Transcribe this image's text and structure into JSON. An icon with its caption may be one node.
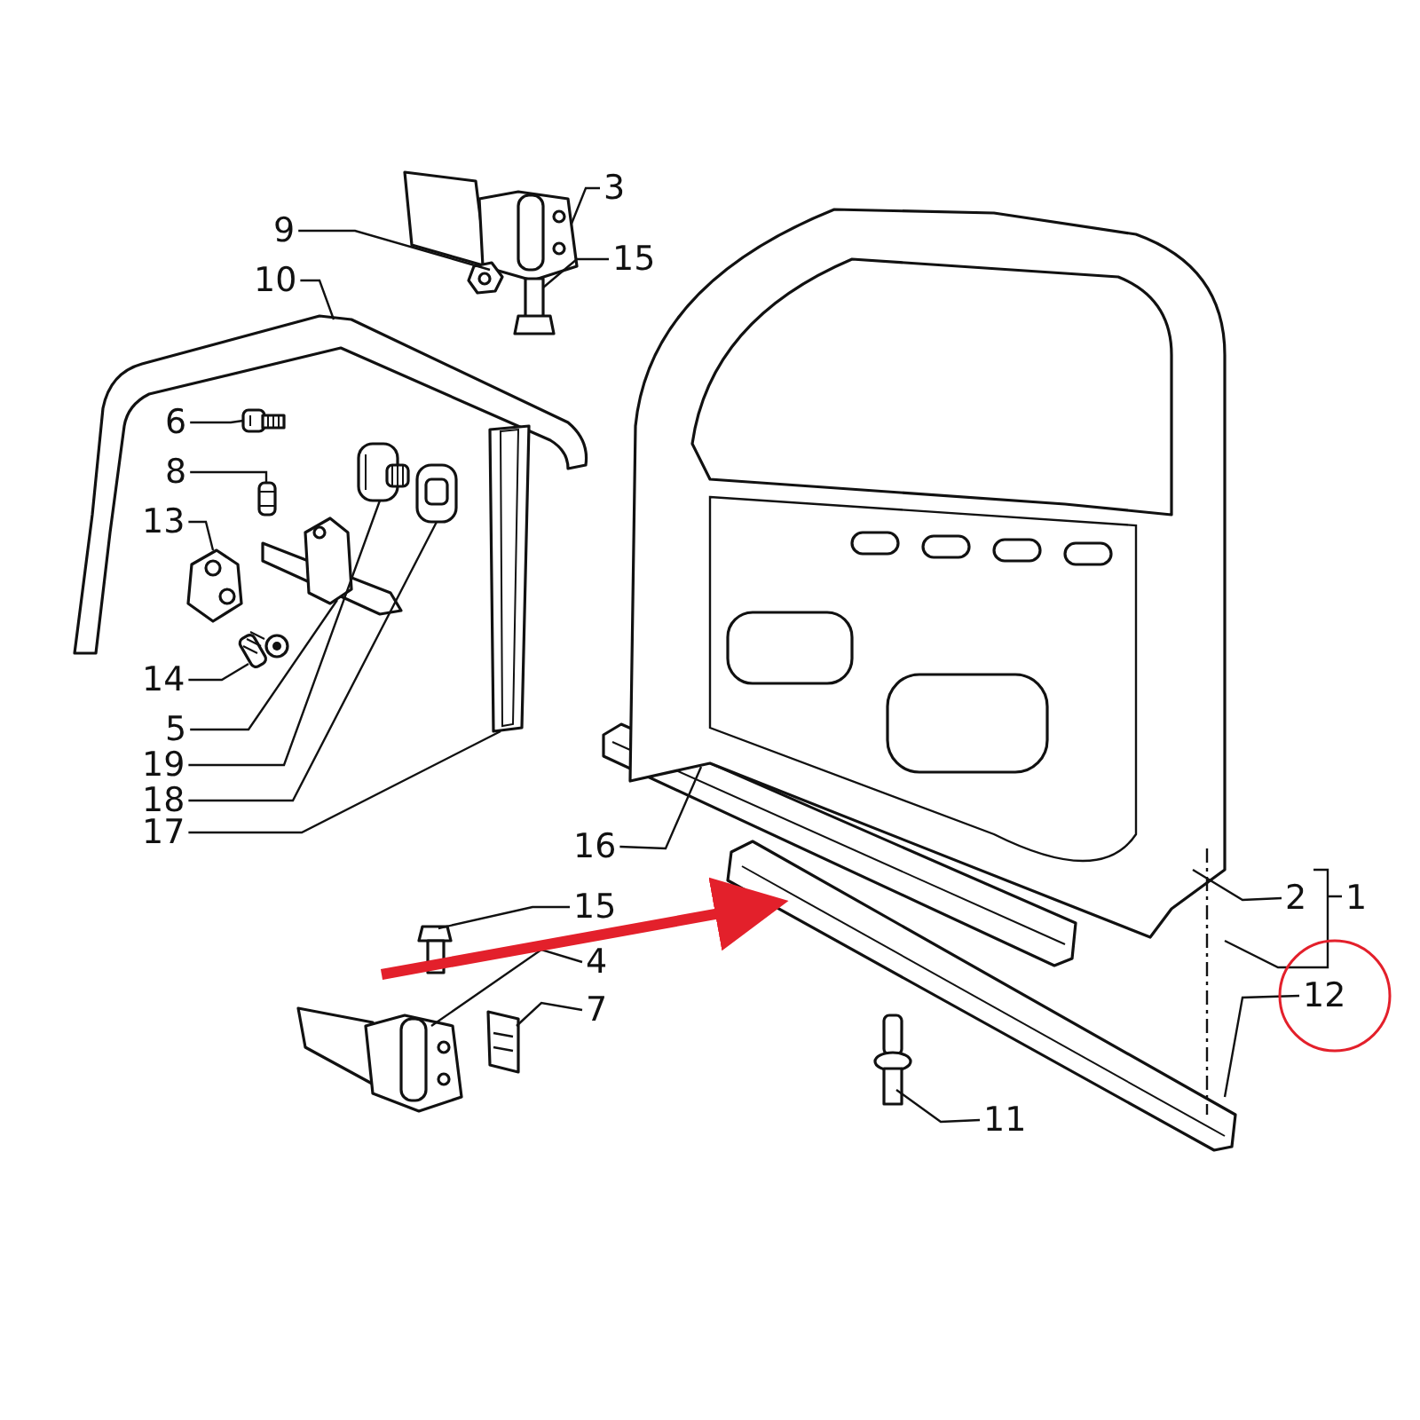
{
  "diagram": {
    "nodes": [
      {
        "text": [
          "3"
        ]
      },
      {
        "text": [],
        "shape": "picture"
      },
      {
        "text": [
          "9"
        ]
      },
      {
        "text": [],
        "shape": "picture"
      },
      {
        "text": [
          "15"
        ]
      },
      {
        "text": [],
        "shape": "picture"
      },
      {
        "text": [
          "10"
        ]
      },
      {
        "text": [],
        "shape": "picture"
      },
      {
        "text": [
          "6"
        ]
      },
      {
        "text": [],
        "shape": "picture"
      },
      {
        "text": [
          "8"
        ]
      },
      {
        "text": [],
        "shape": "picture"
      },
      {
        "text": [
          "13"
        ]
      },
      {
        "text": [],
        "shape": "picture"
      },
      {
        "text": [
          "14"
        ]
      },
      {
        "text": [],
        "shape": "picture"
      },
      {
        "text": [
          "5"
        ]
      },
      {
        "text": [],
        "shape": "picture"
      },
      {
        "text": [
          "19"
        ]
      },
      {
        "text": [],
        "shape": "picture"
      },
      {
        "text": [
          "18"
        ]
      },
      {
        "text": [],
        "shape": "picture"
      },
      {
        "text": [
          "17"
        ]
      },
      {
        "text": [],
        "shape": "picture"
      },
      {
        "text": [
          "16"
        ]
      },
      {
        "text": [],
        "shape": "picture"
      },
      {
        "text": [],
        "shape": "picture"
      },
      {
        "text": [
          "2"
        ]
      },
      {
        "text": [
          "15"
        ]
      },
      {
        "text": [],
        "shape": "picture"
      },
      {
        "text": [
          "4"
        ]
      },
      {
        "text": [],
        "shape": "picture"
      },
      {
        "text": [
          "7"
        ]
      },
      {
        "text": [],
        "shape": "picture"
      },
      {
        "text": [
          "12"
        ]
      },
      {
        "text": [],
        "shape": "picture"
      },
      {
        "text": [
          "11"
        ]
      },
      {
        "text": [],
        "shape": "picture"
      }
    ],
    "edges": [
      {
        "from": 0,
        "to": 1,
        "arrow": "none"
      },
      {
        "from": 2,
        "to": 3,
        "arrow": "none"
      },
      {
        "from": 4,
        "to": 5,
        "arrow": "none"
      },
      {
        "from": 6,
        "to": 7,
        "arrow": "none"
      },
      {
        "from": 8,
        "to": 9,
        "arrow": "none"
      },
      {
        "from": 10,
        "to": 11,
        "arrow": "none"
      },
      {
        "from": 12,
        "to": 13,
        "arrow": "none"
      },
      {
        "from": 14,
        "to": 15,
        "arrow": "none"
      },
      {
        "from": 16,
        "to": 17,
        "arrow": "none"
      },
      {
        "from": 18,
        "to": 19,
        "arrow": "none"
      },
      {
        "from": 20,
        "to": 21,
        "arrow": "none"
      },
      {
        "from": 22,
        "to": 23,
        "arrow": "none"
      },
      {
        "from": 24,
        "to": 25,
        "arrow": "none"
      },
      {
        "from": 27,
        "to": 26,
        "arrow": "none"
      },
      {
        "from": 28,
        "to": 29,
        "arrow": "none"
      },
      {
        "from": 30,
        "to": 31,
        "arrow": "none"
      },
      {
        "from": 32,
        "to": 33,
        "arrow": "none"
      },
      {
        "from": 34,
        "to": 35,
        "arrow": "none"
      },
      {
        "from": 36,
        "to": 37,
        "arrow": "none"
      },
      {
        "from": null,
        "to": 35,
        "arrow": "to",
        "style": "thick",
        "color": "#e3202b"
      },
      {
        "from": 26,
        "to": 35,
        "arrow": "none",
        "style": "dashed"
      }
    ],
    "labels": [
      "1"
    ]
  }
}
